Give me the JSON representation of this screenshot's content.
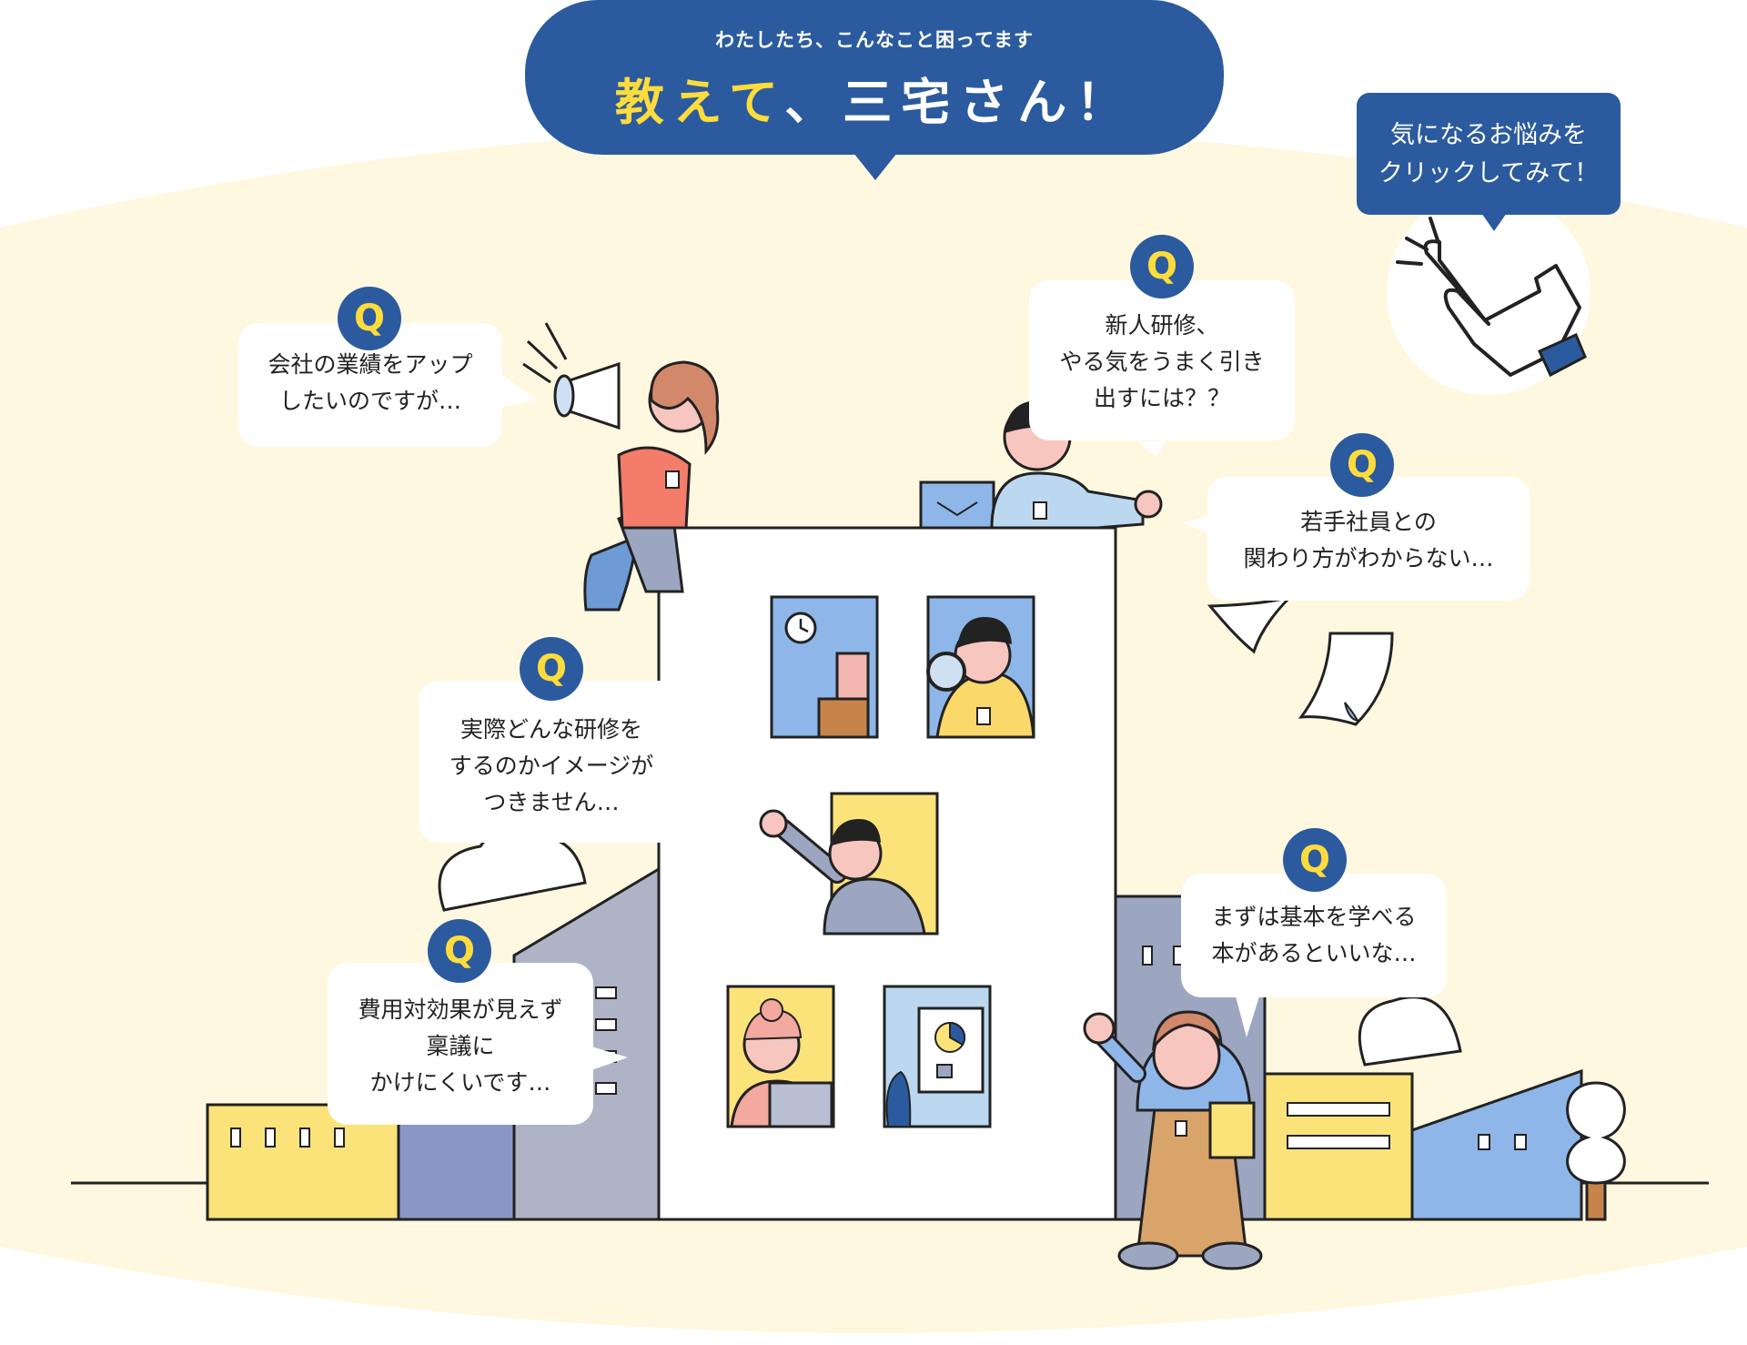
{
  "header": {
    "subtitle": "わたしたち、こんなこと困ってます",
    "title_highlight": "教えて",
    "title_rest": "、三宅さん！"
  },
  "hint": {
    "line1": "気になるお悩みを",
    "line2": "クリックしてみて！"
  },
  "questions": [
    {
      "badge": "Q",
      "lines": [
        "会社の業績をアップ",
        "したいのですが…"
      ]
    },
    {
      "badge": "Q",
      "lines": [
        "新人研修、",
        "やる気をうまく引き",
        "出すには？？"
      ]
    },
    {
      "badge": "Q",
      "lines": [
        "若手社員との",
        "関わり方がわからない…"
      ]
    },
    {
      "badge": "Q",
      "lines": [
        "実際どんな研修を",
        "するのかイメージが",
        "つきません…"
      ]
    },
    {
      "badge": "Q",
      "lines": [
        "費用対効果が見えず",
        "稟議に",
        "かけにくいです…"
      ]
    },
    {
      "badge": "Q",
      "lines": [
        "まずは基本を学べる",
        "本があるといいな…"
      ]
    }
  ],
  "colors": {
    "brand_blue": "#2b5b9e",
    "accent_yellow": "#ffdc3c",
    "background_cream": "#fff8e1",
    "building_yellow": "#fbe37a",
    "building_blue": "#8fb6e8",
    "building_slate": "#9ca6c0",
    "building_purple": "#8a96c6"
  }
}
